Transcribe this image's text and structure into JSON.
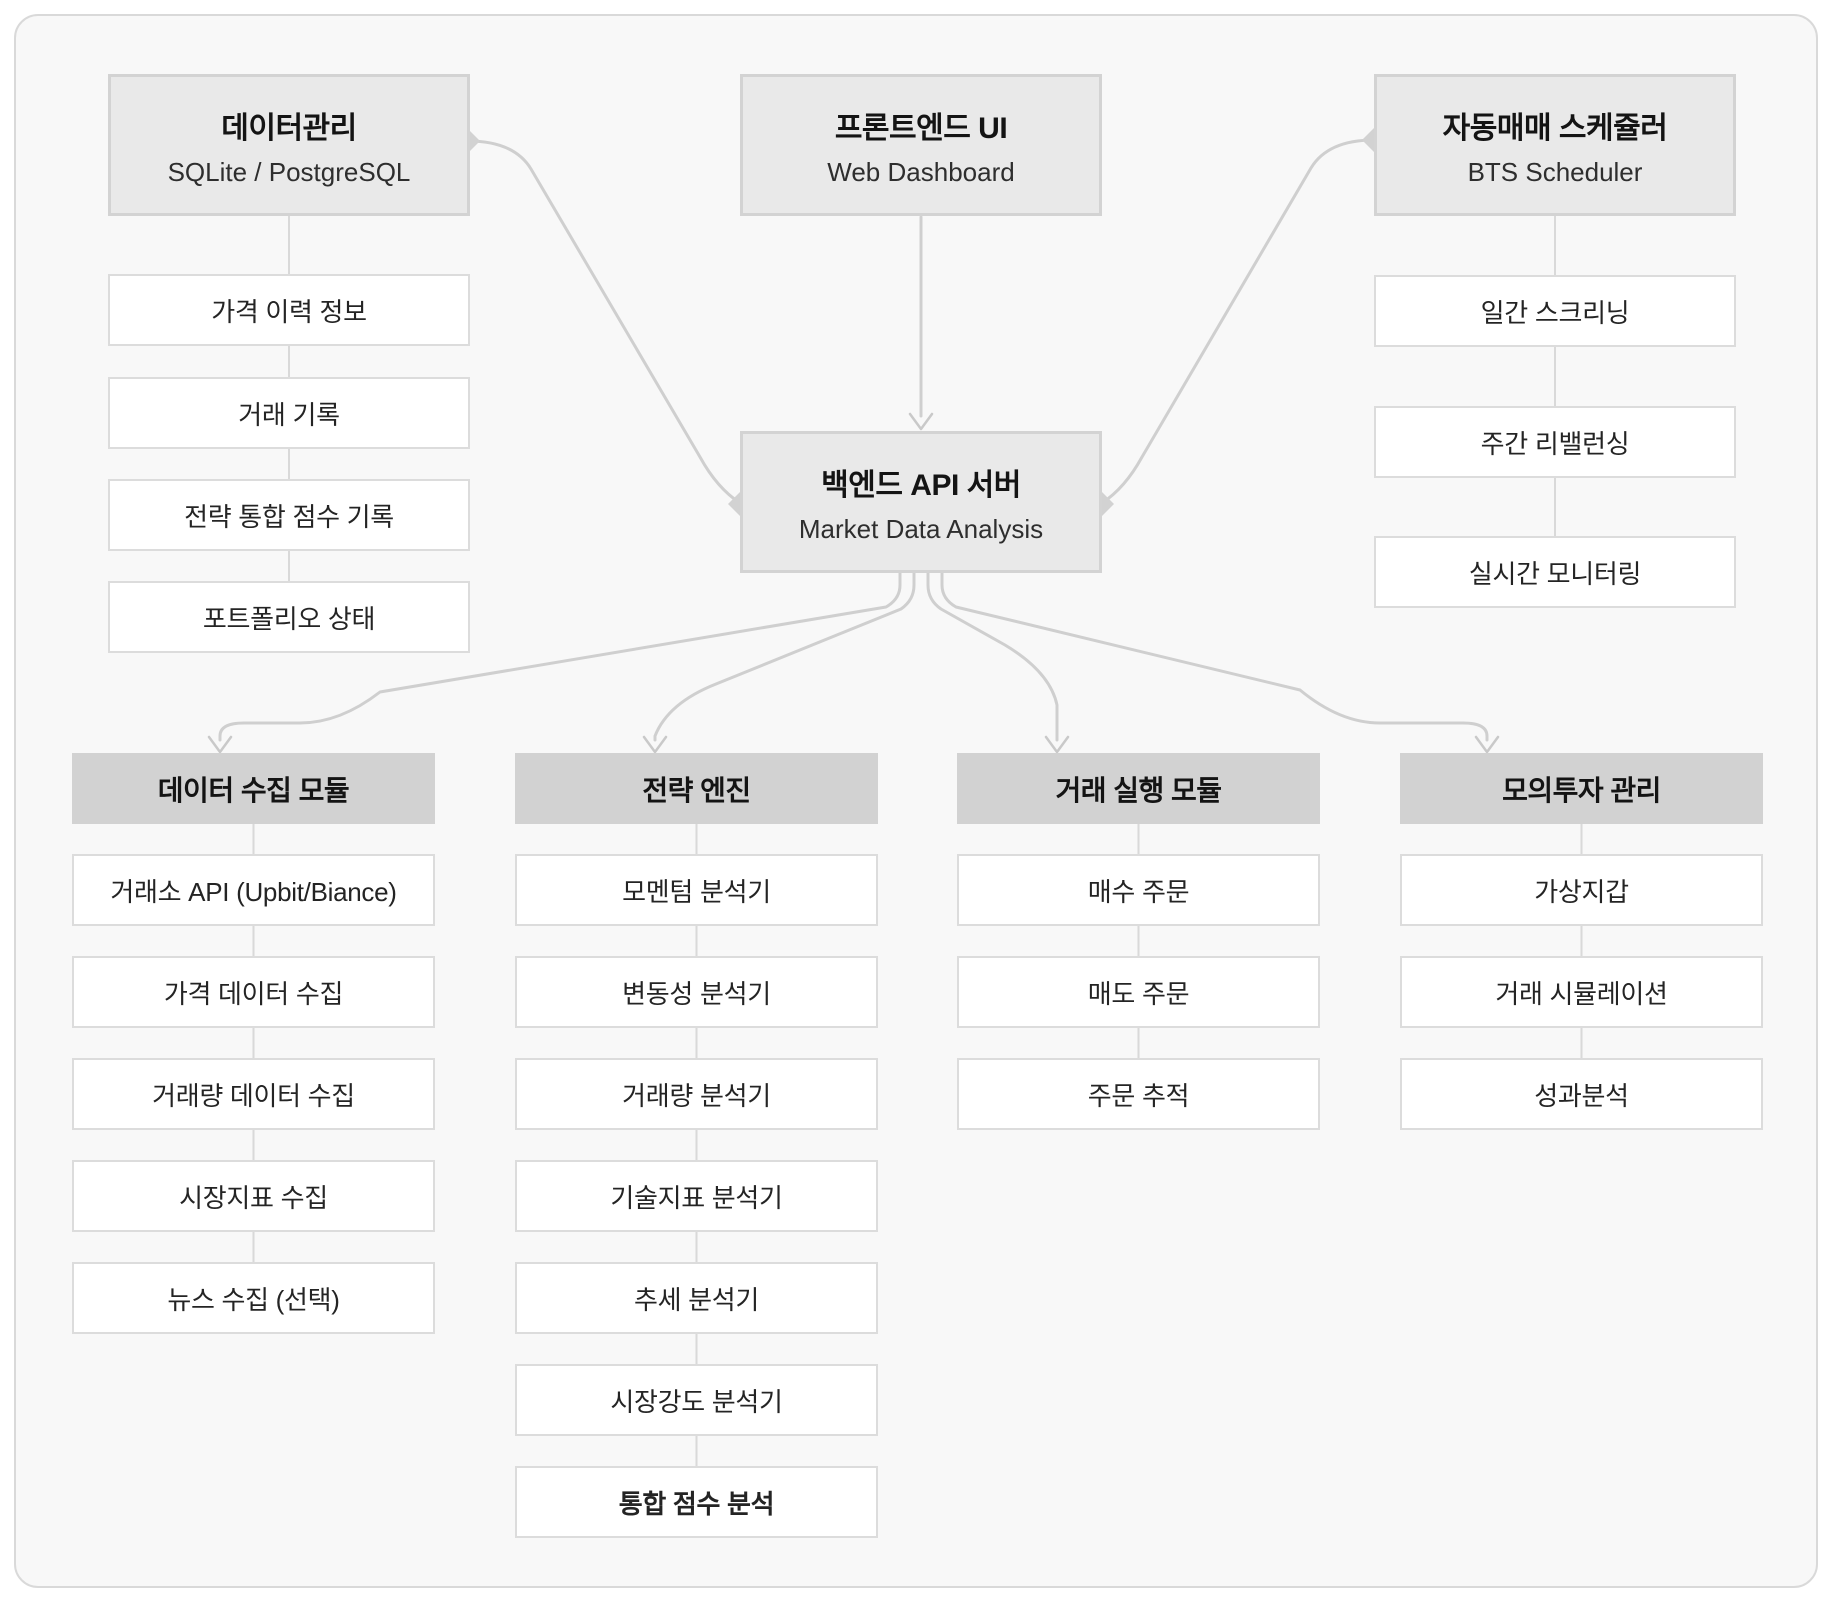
{
  "diagram": {
    "top_row": [
      {
        "title": "데이터관리",
        "subtitle": "SQLite / PostgreSQL"
      },
      {
        "title": "프론트엔드 UI",
        "subtitle": "Web Dashboard"
      },
      {
        "title": "자동매매 스케쥴러",
        "subtitle": "BTS Scheduler"
      }
    ],
    "backend": {
      "title": "백엔드 API 서버",
      "subtitle": "Market Data Analysis"
    },
    "data_store_items": [
      "가격  이력 정보",
      "거래 기록",
      "전략 통합 점수 기록",
      "포트폴리오 상태"
    ],
    "scheduler_items": [
      "일간 스크리닝",
      "주간 리밸런싱",
      "실시간 모니터링"
    ],
    "bottom_columns": [
      {
        "header": "데이터 수집 모듈",
        "items": [
          "거래소 API (Upbit/Biance)",
          "가격 데이터 수집",
          "거래량 데이터 수집",
          "시장지표 수집",
          "뉴스 수집 (선택)"
        ]
      },
      {
        "header": "전략 엔진",
        "items": [
          "모멘텀 분석기",
          "변동성 분석기",
          "거래량 분석기",
          "기술지표 분석기",
          "추세 분석기",
          "시장강도 분석기",
          "통합 점수 분석"
        ]
      },
      {
        "header": "거래 실행 모듈",
        "items": [
          "매수 주문",
          "매도 주문",
          "주문 추적"
        ]
      },
      {
        "header": "모의투자 관리",
        "items": [
          "가상지갑",
          "거래 시뮬레이션",
          "성과분석"
        ]
      }
    ],
    "colors": {
      "canvas_bg": "#ffffff",
      "card_bg": "#f8f8f8",
      "card_border": "#d9d9d9",
      "major_node_bg": "#e9e9e9",
      "major_node_border": "#d3d3d3",
      "column_header_bg": "#d2d2d2",
      "item_bg": "#ffffff",
      "item_border": "#dcdcdc",
      "wire": "#cfcfcf",
      "stub": "#d9d9d9",
      "text": "#1c1c1c"
    }
  }
}
